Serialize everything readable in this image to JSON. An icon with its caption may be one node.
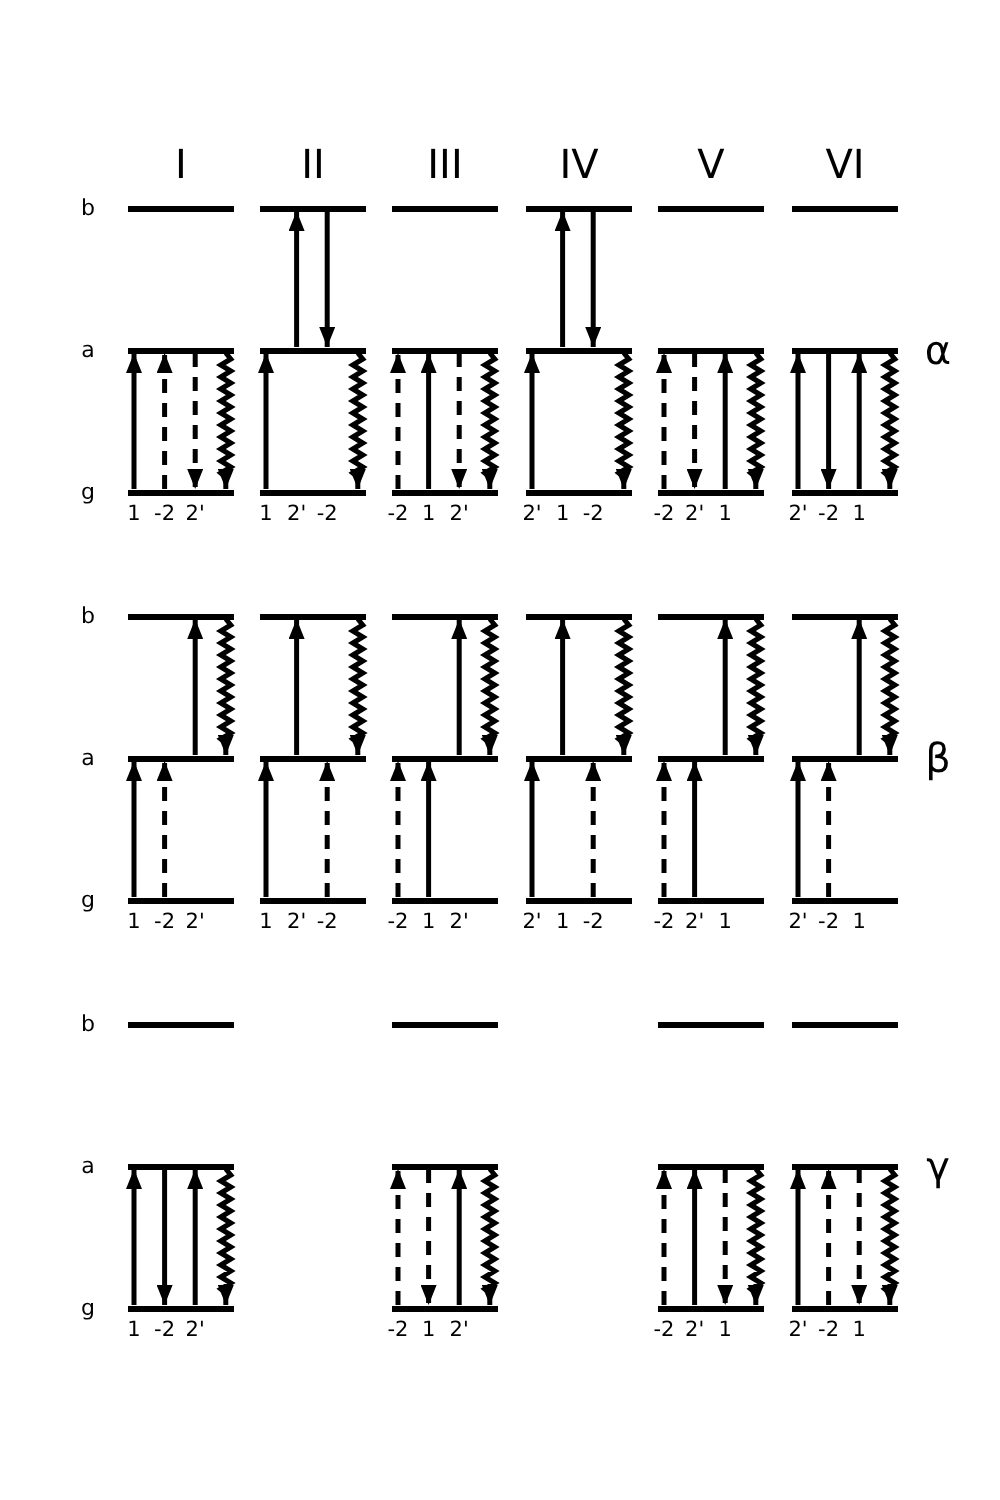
{
  "diagram": {
    "nodes": [
      {
        "text": [],
        "shape": "bar"
      },
      {
        "text": [],
        "shape": "bar"
      },
      {
        "text": [],
        "shape": "bar"
      },
      {
        "text": [],
        "shape": "bar"
      },
      {
        "text": [],
        "shape": "bar"
      },
      {
        "text": [],
        "shape": "bar"
      },
      {
        "text": [],
        "shape": "bar"
      },
      {
        "text": [],
        "shape": "bar"
      },
      {
        "text": [],
        "shape": "bar"
      },
      {
        "text": [],
        "shape": "bar"
      },
      {
        "text": [],
        "shape": "bar"
      },
      {
        "text": [],
        "shape": "bar"
      },
      {
        "text": [],
        "shape": "bar"
      },
      {
        "text": [],
        "shape": "bar"
      },
      {
        "text": [],
        "shape": "bar"
      },
      {
        "text": [],
        "shape": "bar"
      },
      {
        "text": [],
        "shape": "bar"
      },
      {
        "text": [],
        "shape": "bar"
      },
      {
        "text": [],
        "shape": "bar"
      },
      {
        "text": [],
        "shape": "bar"
      },
      {
        "text": [],
        "shape": "bar"
      },
      {
        "text": [],
        "shape": "bar"
      },
      {
        "text": [],
        "shape": "bar"
      },
      {
        "text": [],
        "shape": "bar"
      },
      {
        "text": [],
        "shape": "bar"
      },
      {
        "text": [],
        "shape": "bar"
      },
      {
        "text": [],
        "shape": "bar"
      },
      {
        "text": [],
        "shape": "bar"
      },
      {
        "text": [],
        "shape": "bar"
      },
      {
        "text": [],
        "shape": "bar"
      },
      {
        "text": [],
        "shape": "bar"
      },
      {
        "text": [],
        "shape": "bar"
      },
      {
        "text": [],
        "shape": "bar"
      },
      {
        "text": [],
        "shape": "bar"
      },
      {
        "text": [],
        "shape": "bar"
      },
      {
        "text": [],
        "shape": "bar"
      },
      {
        "text": [],
        "shape": "bar"
      },
      {
        "text": [],
        "shape": "bar"
      },
      {
        "text": [],
        "shape": "bar"
      },
      {
        "text": [],
        "shape": "bar"
      },
      {
        "text": [],
        "shape": "bar"
      },
      {
        "text": [],
        "shape": "bar"
      },
      {
        "text": [],
        "shape": "bar"
      },
      {
        "text": [],
        "shape": "bar"
      },
      {
        "text": [],
        "shape": "bar"
      },
      {
        "text": [],
        "shape": "bar"
      },
      {
        "text": [],
        "shape": "bar"
      },
      {
        "text": [],
        "shape": "bar"
      }
    ],
    "edges": [
      {
        "from": 2,
        "to": 1,
        "arrow": "to"
      },
      {
        "from": 2,
        "to": 1,
        "arrow": "to",
        "style": "dashed"
      },
      {
        "from": 1,
        "to": 2,
        "arrow": "to",
        "style": "dashed"
      },
      {
        "from": 1,
        "to": 2,
        "arrow": "to"
      },
      {
        "from": 5,
        "to": 4,
        "arrow": "to"
      },
      {
        "from": 4,
        "to": 3,
        "arrow": "to"
      },
      {
        "from": 3,
        "to": 4,
        "arrow": "to"
      },
      {
        "from": 4,
        "to": 5,
        "arrow": "to"
      },
      {
        "from": 8,
        "to": 7,
        "arrow": "to",
        "style": "dashed"
      },
      {
        "from": 8,
        "to": 7,
        "arrow": "to"
      },
      {
        "from": 7,
        "to": 8,
        "arrow": "to",
        "style": "dashed"
      },
      {
        "from": 7,
        "to": 8,
        "arrow": "to"
      },
      {
        "from": 11,
        "to": 10,
        "arrow": "to"
      },
      {
        "from": 10,
        "to": 9,
        "arrow": "to"
      },
      {
        "from": 9,
        "to": 10,
        "arrow": "to"
      },
      {
        "from": 10,
        "to": 11,
        "arrow": "to"
      },
      {
        "from": 14,
        "to": 13,
        "arrow": "to",
        "style": "dashed"
      },
      {
        "from": 13,
        "to": 14,
        "arrow": "to",
        "style": "dashed"
      },
      {
        "from": 14,
        "to": 13,
        "arrow": "to"
      },
      {
        "from": 13,
        "to": 14,
        "arrow": "to"
      },
      {
        "from": 17,
        "to": 16,
        "arrow": "to"
      },
      {
        "from": 16,
        "to": 17,
        "arrow": "to"
      },
      {
        "from": 17,
        "to": 16,
        "arrow": "to"
      },
      {
        "from": 16,
        "to": 17,
        "arrow": "to"
      },
      {
        "from": 20,
        "to": 19,
        "arrow": "to"
      },
      {
        "from": 20,
        "to": 19,
        "arrow": "to",
        "style": "dashed"
      },
      {
        "from": 19,
        "to": 18,
        "arrow": "to"
      },
      {
        "from": 18,
        "to": 19,
        "arrow": "to"
      },
      {
        "from": 23,
        "to": 22,
        "arrow": "to"
      },
      {
        "from": 22,
        "to": 21,
        "arrow": "to"
      },
      {
        "from": 23,
        "to": 22,
        "arrow": "to",
        "style": "dashed"
      },
      {
        "from": 21,
        "to": 22,
        "arrow": "to"
      },
      {
        "from": 26,
        "to": 25,
        "arrow": "to",
        "style": "dashed"
      },
      {
        "from": 26,
        "to": 25,
        "arrow": "to"
      },
      {
        "from": 25,
        "to": 24,
        "arrow": "to"
      },
      {
        "from": 24,
        "to": 25,
        "arrow": "to"
      },
      {
        "from": 29,
        "to": 28,
        "arrow": "to"
      },
      {
        "from": 28,
        "to": 27,
        "arrow": "to"
      },
      {
        "from": 29,
        "to": 28,
        "arrow": "to",
        "style": "dashed"
      },
      {
        "from": 27,
        "to": 28,
        "arrow": "to"
      },
      {
        "from": 32,
        "to": 31,
        "arrow": "to",
        "style": "dashed"
      },
      {
        "from": 32,
        "to": 31,
        "arrow": "to"
      },
      {
        "from": 31,
        "to": 30,
        "arrow": "to"
      },
      {
        "from": 30,
        "to": 31,
        "arrow": "to"
      },
      {
        "from": 35,
        "to": 34,
        "arrow": "to"
      },
      {
        "from": 35,
        "to": 34,
        "arrow": "to",
        "style": "dashed"
      },
      {
        "from": 34,
        "to": 33,
        "arrow": "to"
      },
      {
        "from": 33,
        "to": 34,
        "arrow": "to"
      },
      {
        "from": 38,
        "to": 37,
        "arrow": "to"
      },
      {
        "from": 37,
        "to": 38,
        "arrow": "to"
      },
      {
        "from": 38,
        "to": 37,
        "arrow": "to"
      },
      {
        "from": 37,
        "to": 38,
        "arrow": "to"
      },
      {
        "from": 41,
        "to": 40,
        "arrow": "to",
        "style": "dashed"
      },
      {
        "from": 40,
        "to": 41,
        "arrow": "to",
        "style": "dashed"
      },
      {
        "from": 41,
        "to": 40,
        "arrow": "to"
      },
      {
        "from": 40,
        "to": 41,
        "arrow": "to"
      },
      {
        "from": 44,
        "to": 43,
        "arrow": "to",
        "style": "dashed"
      },
      {
        "from": 44,
        "to": 43,
        "arrow": "to"
      },
      {
        "from": 43,
        "to": 44,
        "arrow": "to",
        "style": "dashed"
      },
      {
        "from": 43,
        "to": 44,
        "arrow": "to"
      },
      {
        "from": 47,
        "to": 46,
        "arrow": "to"
      },
      {
        "from": 47,
        "to": 46,
        "arrow": "to",
        "style": "dashed"
      },
      {
        "from": 46,
        "to": 47,
        "arrow": "to",
        "style": "dashed"
      },
      {
        "from": 46,
        "to": 47,
        "arrow": "to"
      }
    ],
    "labels": [
      "I",
      "II",
      "III",
      "IV",
      "V",
      "VI",
      "b",
      "a",
      "α",
      "g",
      "1",
      "-2",
      "2'",
      "1",
      "2'",
      "-2",
      "-2",
      "1",
      "2'",
      "2'",
      "1",
      "-2",
      "-2",
      "2'",
      "1",
      "2'",
      "-2",
      "1",
      "b",
      "a",
      "β",
      "g",
      "1",
      "-2",
      "2'",
      "1",
      "2'",
      "-2",
      "-2",
      "1",
      "2'",
      "2'",
      "1",
      "-2",
      "-2",
      "2'",
      "1",
      "2'",
      "-2",
      "1",
      "b",
      "a",
      "γ",
      "g",
      "1",
      "-2",
      "2'",
      "-2",
      "1",
      "2'",
      "-2",
      "2'",
      "1",
      "2'",
      "-2",
      "1"
    ]
  }
}
